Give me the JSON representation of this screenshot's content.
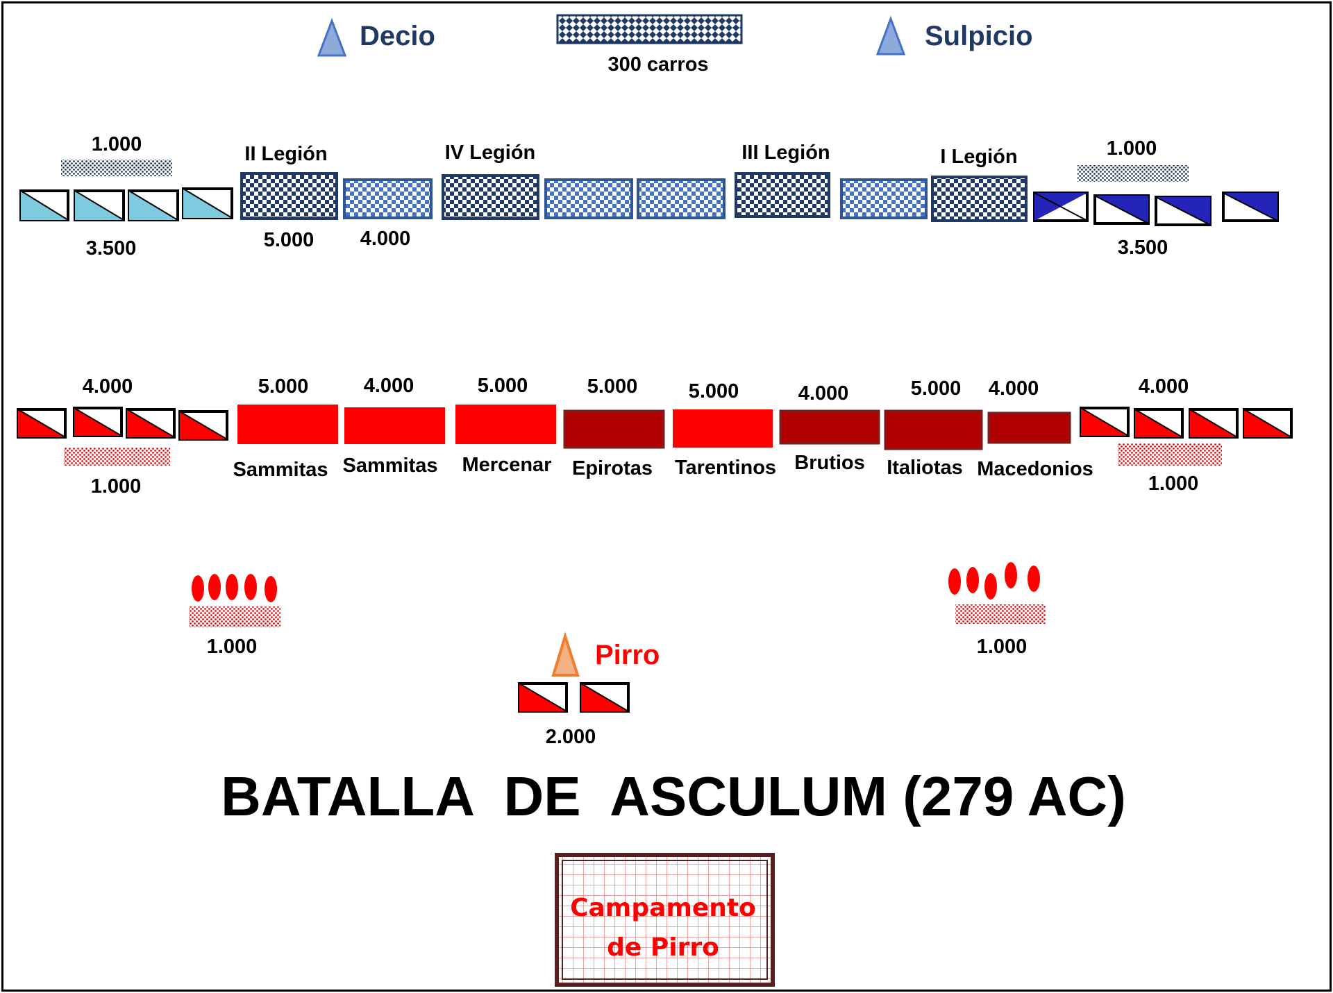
{
  "title": "BATALLA  DE  ASCULUM (279 AC)",
  "colors": {
    "roman_dark": "#1f3864",
    "roman_light": "#4472c4",
    "roman_cav_left": "#7ecbe0",
    "roman_cav_right": "#2424b8",
    "red": "#ff0000",
    "dark_red": "#b00000",
    "commander_blue": "#8eaadb",
    "commander_orange": "#f4b183"
  },
  "romans": {
    "commanders": [
      "Decio",
      "Sulpicio"
    ],
    "chariots": "300 carros",
    "legions": [
      "II Legión",
      "IV Legión",
      "III Legión",
      "I Legión"
    ],
    "left_skirmishers": "1.000",
    "left_cavalry": "3.500",
    "right_skirmishers": "1.000",
    "right_cavalry": "3.500",
    "legion_count": "5.000",
    "allied_count": "4.000"
  },
  "pyrrhus": {
    "commander": "Pirro",
    "left_cavalry": "4.000",
    "left_skirmishers": "1.000",
    "right_cavalry": "4.000",
    "right_skirmishers": "1.000",
    "infantry": [
      {
        "count": "5.000",
        "name": "Sammitas"
      },
      {
        "count": "4.000",
        "name": "Sammitas"
      },
      {
        "count": "5.000",
        "name": "Mercenar"
      },
      {
        "count": "5.000",
        "name": "Epirotas"
      },
      {
        "count": "5.000",
        "name": "Tarentinos"
      },
      {
        "count": "4.000",
        "name": "Brutios"
      },
      {
        "count": "5.000",
        "name": "Italiotas"
      },
      {
        "count": "4.000",
        "name": "Macedonios"
      }
    ],
    "elephants_left": "1.000",
    "elephants_right": "1.000",
    "guard": "2.000",
    "camp": [
      "Campamento",
      "de Pirro"
    ]
  }
}
